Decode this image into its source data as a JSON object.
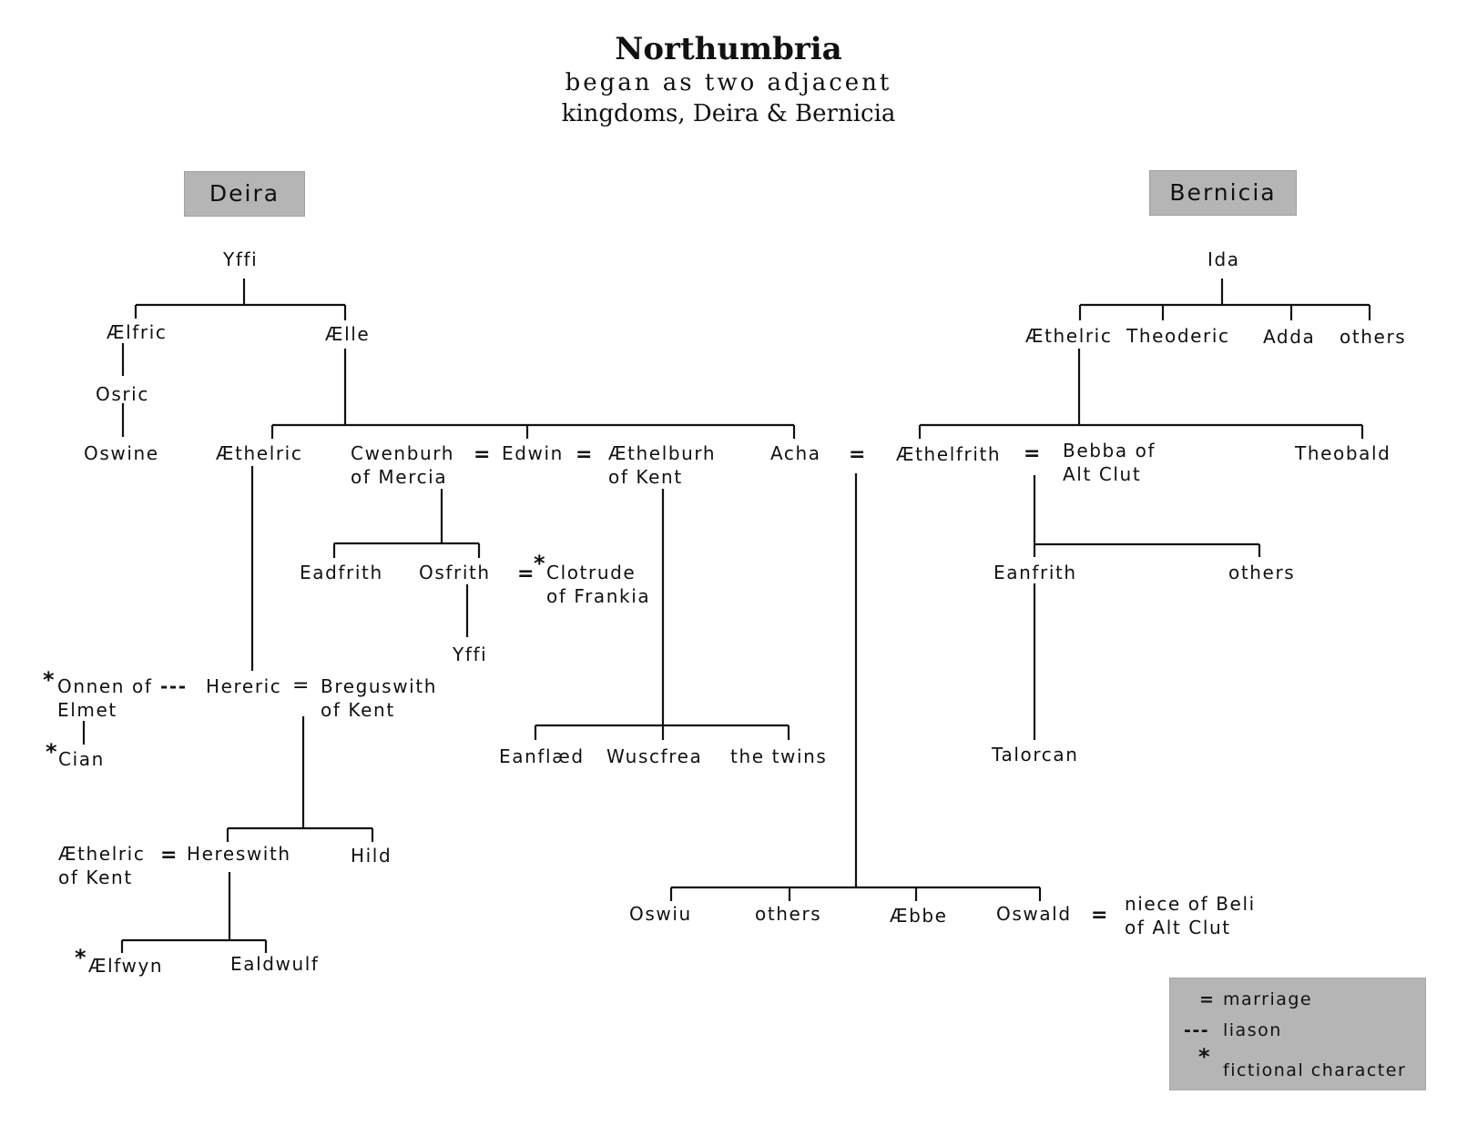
{
  "header": {
    "title": "Northumbria",
    "subtitle_line1": "began as two adjacent",
    "subtitle_line2": "kingdoms, Deira & Bernicia"
  },
  "kingdoms": {
    "deira": "Deira",
    "bernicia": "Bernicia"
  },
  "symbols": {
    "marriage": "=",
    "liaison": "---",
    "fictional": "*"
  },
  "people": {
    "yffi": "Yffi",
    "aelfric": "Ælfric",
    "aelle": "Ælle",
    "osric": "Osric",
    "oswine": "Oswine",
    "aethelric_d": "Æthelric",
    "cwenburh_1": "Cwenburh",
    "cwenburh_2": "of Mercia",
    "edwin": "Edwin",
    "aethelburh_1": "Æthelburh",
    "aethelburh_2": "of Kent",
    "acha": "Acha",
    "eadfrith": "Eadfrith",
    "osfrith": "Osfrith",
    "clotrude_1": "Clotrude",
    "clotrude_2": "of Frankia",
    "yffi2": "Yffi",
    "onnen_1": "Onnen of",
    "onnen_2": "Elmet",
    "hereric": "Hereric",
    "breguswith_1": "Breguswith",
    "breguswith_2": "of Kent",
    "cian": "Cian",
    "eanflaed": "Eanflæd",
    "wuscfrea": "Wuscfrea",
    "twins": "the twins",
    "aethelric_k_1": "Æthelric",
    "aethelric_k_2": "of Kent",
    "hereswith": "Hereswith",
    "hild": "Hild",
    "aelfwyn": "Ælfwyn",
    "ealdwulf": "Ealdwulf",
    "ida": "Ida",
    "aethelric_b": "Æthelric",
    "theoderic": "Theoderic",
    "adda": "Adda",
    "others_b1": "others",
    "aethelfrith": "Æthelfrith",
    "bebba_1": "Bebba of",
    "bebba_2": "Alt Clut",
    "theobald": "Theobald",
    "eanfrith": "Eanfrith",
    "others_b2": "others",
    "talorcan": "Talorcan",
    "oswiu": "Oswiu",
    "others_b3": "others",
    "aebbe": "Æbbe",
    "oswald": "Oswald",
    "niece_1": "niece of Beli",
    "niece_2": "of Alt Clut"
  },
  "legend": {
    "marriage_symbol": "=",
    "marriage_label": "marriage",
    "liaison_symbol": "---",
    "liaison_label": "liason",
    "fictional_symbol": "*",
    "fictional_label": "fictional character",
    "background": "#b5b5b5"
  }
}
